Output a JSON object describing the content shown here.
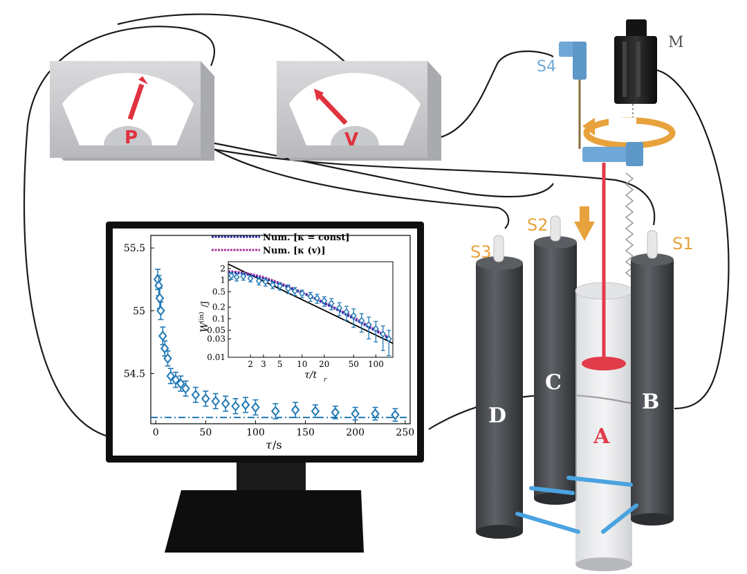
{
  "meters": {
    "pressure": {
      "letter": "P"
    },
    "velocity": {
      "letter": "V"
    }
  },
  "motor": {
    "label": "M"
  },
  "sensors": {
    "s1": "S1",
    "s2": "S2",
    "s3": "S3",
    "s4": "S4"
  },
  "rods": {
    "a": "A",
    "b": "B",
    "c": "C",
    "d": "D"
  },
  "colors": {
    "sensor_orange": "#e8a23c",
    "sensor_blue": "#6fa8d6",
    "laser_red": "#e23b4a",
    "rod_gray": "#4a4d52",
    "data_blue": "#1f77b4",
    "num_const": "#2b2ba8",
    "num_kv": "#a8379a",
    "meter_letter": "#e0323f"
  },
  "chart_data": {
    "type": "scatter",
    "xlabel_main": "τ",
    "xlabel_unit": "/s",
    "xticks": [
      "0",
      "50",
      "100",
      "150",
      "200",
      "250"
    ],
    "yticks": [
      "55.5",
      "55",
      "54.5"
    ],
    "xlim": [
      -5,
      255
    ],
    "ylim": [
      54.1,
      55.6
    ],
    "baseline": 54.15,
    "series": [
      {
        "name": "",
        "x": [
          2,
          3,
          4,
          5,
          7,
          9,
          12,
          15,
          20,
          25,
          30,
          40,
          50,
          60,
          70,
          80,
          90,
          100,
          120,
          140,
          160,
          180,
          200,
          220,
          240
        ],
        "y": [
          55.25,
          55.2,
          55.1,
          55.0,
          54.8,
          54.7,
          54.62,
          54.48,
          54.45,
          54.42,
          54.38,
          54.33,
          54.3,
          54.28,
          54.26,
          54.24,
          54.25,
          54.23,
          54.2,
          54.21,
          54.2,
          54.19,
          54.18,
          54.18,
          54.17
        ],
        "err": [
          0.08,
          0.08,
          0.08,
          0.07,
          0.07,
          0.06,
          0.06,
          0.06,
          0.06,
          0.06,
          0.06,
          0.06,
          0.06,
          0.06,
          0.06,
          0.06,
          0.06,
          0.06,
          0.06,
          0.06,
          0.05,
          0.05,
          0.05,
          0.05,
          0.05
        ]
      }
    ],
    "inset": {
      "type": "line",
      "xlabel_main": "τ/t",
      "xlabel_sub": "r",
      "ylabel_main": "W",
      "ylabel_sub": "(in)",
      "ylabel_unit": "/J",
      "xscale": "log",
      "yscale": "log",
      "xlim": [
        1,
        170
      ],
      "ylim": [
        0.01,
        3
      ],
      "xticks": [
        "2",
        "3",
        "5",
        "10",
        "20",
        "50",
        "100"
      ],
      "yticks": [
        "2",
        "1",
        "0.5",
        "0.2",
        "0.1",
        "0.05",
        "0.03",
        "0.01"
      ],
      "legend": [
        {
          "name": "Num. [κ = const]",
          "color": "#2b2ba8"
        },
        {
          "name": "Num. [κ (v)]",
          "color": "#a8379a"
        }
      ],
      "power_law": {
        "x": [
          1,
          170
        ],
        "y": [
          2.6,
          0.023
        ]
      },
      "num_const": {
        "x": [
          1,
          1.5,
          2,
          3,
          5,
          8,
          12,
          20,
          30,
          50,
          80,
          120,
          160
        ],
        "y": [
          1.6,
          1.5,
          1.35,
          1.1,
          0.8,
          0.55,
          0.4,
          0.25,
          0.17,
          0.1,
          0.06,
          0.04,
          0.028
        ]
      },
      "num_kv": {
        "x": [
          1,
          1.5,
          2,
          3,
          5,
          8,
          12,
          20,
          30,
          50,
          80,
          120,
          160
        ],
        "y": [
          1.7,
          1.6,
          1.45,
          1.2,
          0.85,
          0.58,
          0.42,
          0.26,
          0.18,
          0.11,
          0.065,
          0.042,
          0.03
        ]
      },
      "data": {
        "x": [
          1.1,
          1.3,
          1.6,
          2,
          2.6,
          3.2,
          4,
          5,
          6.5,
          8,
          10,
          13,
          16,
          20,
          25,
          32,
          40,
          50,
          64,
          80,
          100,
          125,
          150
        ],
        "y": [
          1.3,
          1.2,
          1.25,
          1.1,
          0.95,
          0.9,
          0.75,
          0.7,
          0.6,
          0.52,
          0.45,
          0.38,
          0.34,
          0.29,
          0.25,
          0.19,
          0.15,
          0.12,
          0.09,
          0.07,
          0.055,
          0.04,
          0.03
        ],
        "err": [
          0.25,
          0.25,
          0.25,
          0.2,
          0.2,
          0.2,
          0.15,
          0.15,
          0.15,
          0.12,
          0.1,
          0.1,
          0.09,
          0.08,
          0.08,
          0.07,
          0.06,
          0.06,
          0.045,
          0.04,
          0.03,
          0.025,
          0.02
        ]
      }
    }
  }
}
